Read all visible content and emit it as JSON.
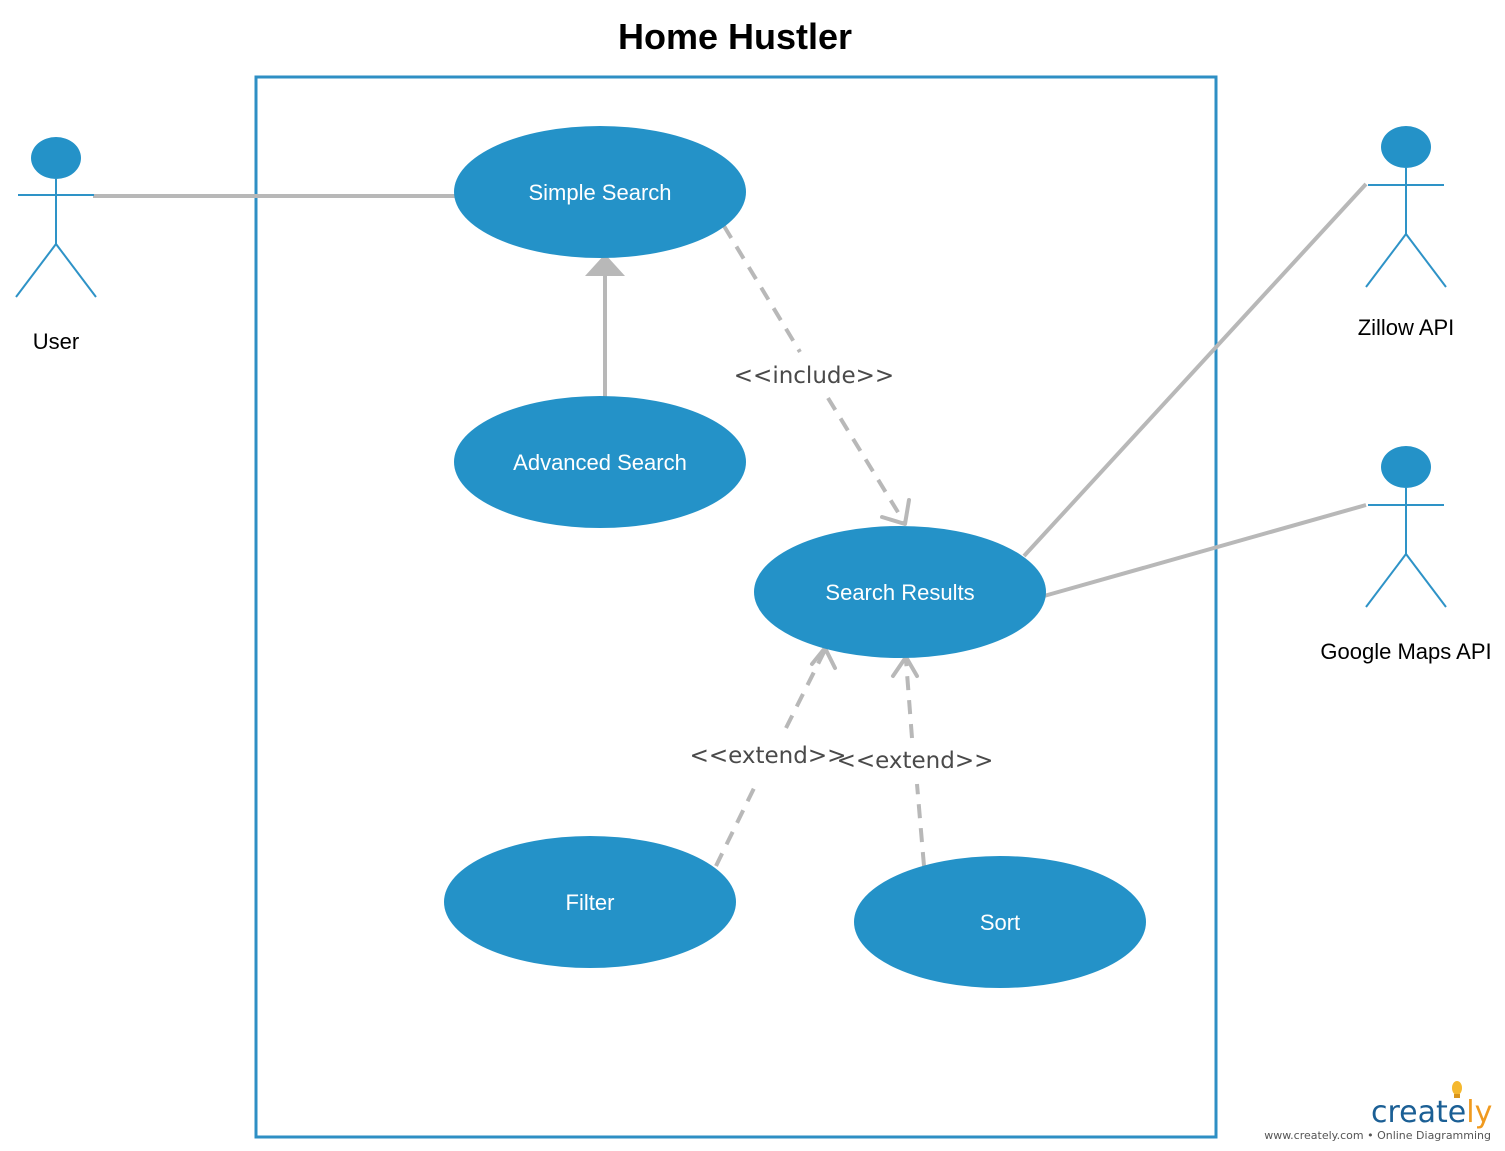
{
  "title": "Home Hustler",
  "actors": {
    "user": "User",
    "zillow": "Zillow API",
    "google_maps": "Google Maps API"
  },
  "use_cases": {
    "simple_search": "Simple Search",
    "advanced_search": "Advanced Search",
    "search_results": "Search Results",
    "filter": "Filter",
    "sort": "Sort"
  },
  "relationships": {
    "include": "<<include>>",
    "extend_filter": "<<extend>>",
    "extend_sort": "<<extend>>"
  },
  "branding": {
    "logo_word_main": "creat",
    "logo_word_accent": "ly",
    "logo_letter_e": "e",
    "tagline": "www.creately.com • Online Diagramming"
  },
  "colors": {
    "use_case_fill": "#2492c8",
    "actor_color": "#2e93c7",
    "connector_gray": "#b8b8b8",
    "boundary": "#2e8fc4",
    "brand_blue": "#1b5f95",
    "brand_orange": "#f09a1f"
  }
}
